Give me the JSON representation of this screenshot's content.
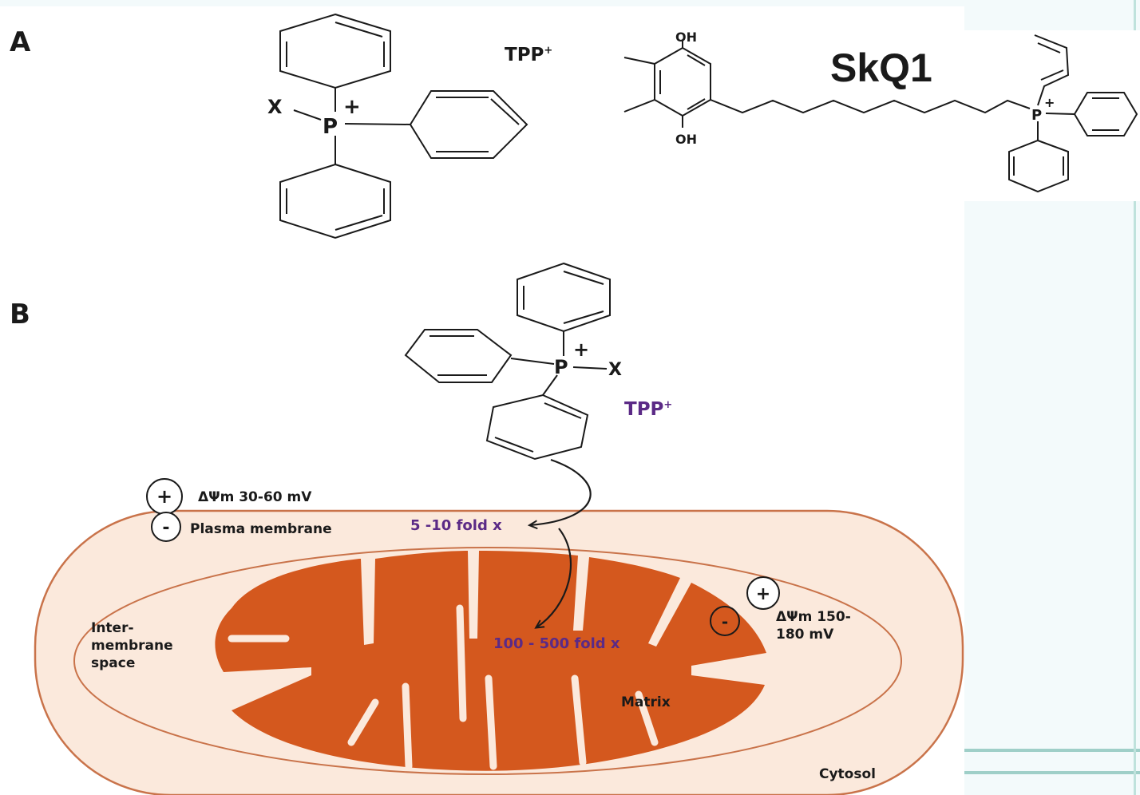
{
  "panel_a": {
    "letter": "A",
    "tpp_label": "TPP",
    "tpp_superscript": "+",
    "x_label": "X",
    "p_label": "P",
    "plus_sign": "+",
    "skq1_label": "SkQ1",
    "oh_top": "OH",
    "oh_bottom": "OH",
    "skq1_p_label": "P",
    "skq1_plus": "+"
  },
  "panel_b": {
    "letter": "B",
    "p_label": "P",
    "plus_sign": "+",
    "x_label": "X",
    "tpp_label": "TPP",
    "tpp_superscript": "+",
    "plus_symbol": "+",
    "minus_symbol": "-",
    "plasma_potential": "ΔΨm 30-60 mV",
    "plasma_membrane": "Plasma membrane",
    "fold_plasma": "5 -10 fold x",
    "fold_mito": "100 - 500 fold x",
    "intermembrane_1": "Inter-",
    "intermembrane_2": "membrane",
    "intermembrane_3": "space",
    "mito_potential_1": "ΔΨm 150-",
    "mito_potential_2": "180 mV",
    "matrix": "Matrix",
    "cytosol": "Cytosol"
  },
  "colors": {
    "cell_fill": "#fbe9dc",
    "membrane": "#c9734a",
    "mitochondrion": "#d4581e",
    "highlight_text": "#5b2a86",
    "ink": "#1a1a1a",
    "backdrop_line": "#9fcfc8"
  }
}
